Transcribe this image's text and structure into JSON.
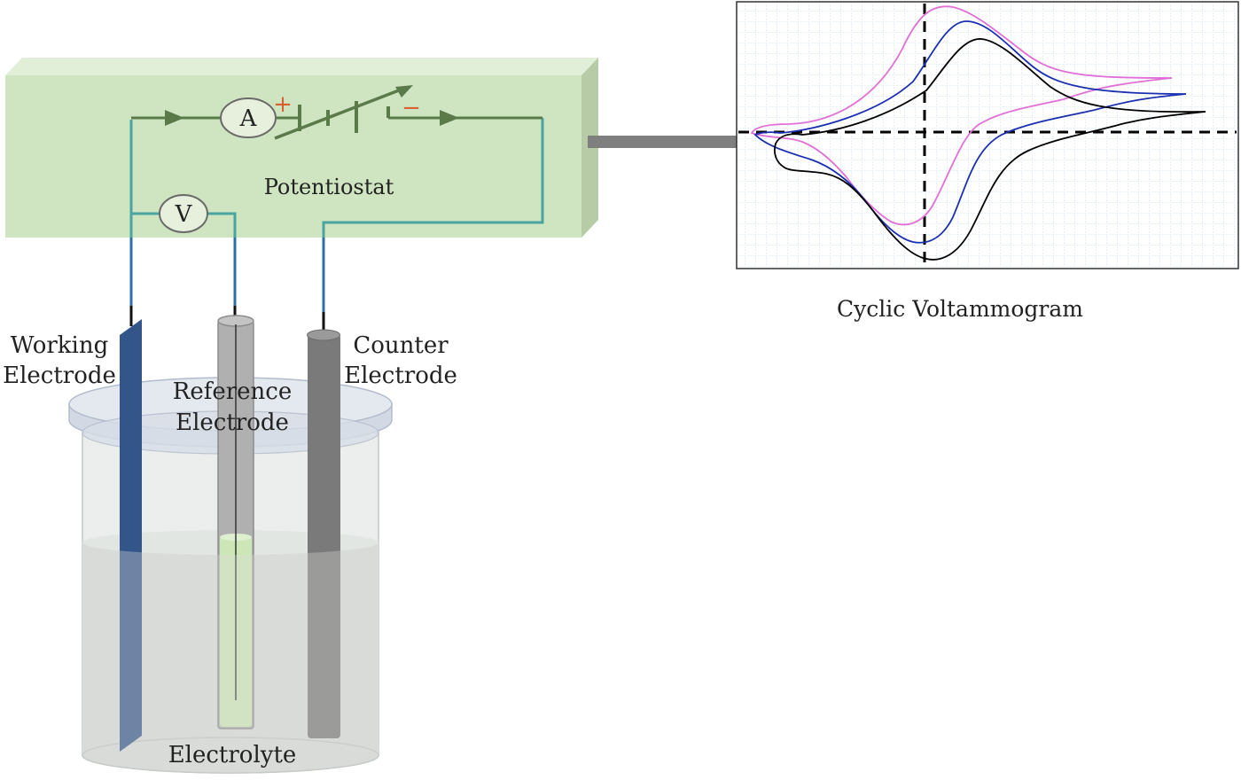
{
  "potentiostat": {
    "title": "Potentiostat",
    "ammeter_symbol": "A",
    "voltmeter_symbol": "V",
    "plus_sign": "+",
    "minus_sign": "−"
  },
  "electrodes": {
    "working": {
      "line1": "Working",
      "line2": "Electrode"
    },
    "reference": {
      "line1": "Reference",
      "line2": "Electrode"
    },
    "counter": {
      "line1": "Counter",
      "line2": "Electrode"
    }
  },
  "cell": {
    "electrolyte_label": "Electrolyte"
  },
  "voltammogram": {
    "caption": "Cyclic Voltammogram"
  },
  "colors": {
    "potentiostat_box": "#cfe4c0",
    "circuit_arrows": "#5a7a4a",
    "wire": "#4aa5a0",
    "lead": "#2f6fa8",
    "working_electrode": "#34558a",
    "reference_tube": "#b0b0b0",
    "counter_electrode": "#7a7a7a",
    "electrolyte": "#d9ddd7",
    "cv_trace_1": "#e070d8",
    "cv_trace_2": "#1a2fb0",
    "cv_trace_3": "#000000"
  }
}
